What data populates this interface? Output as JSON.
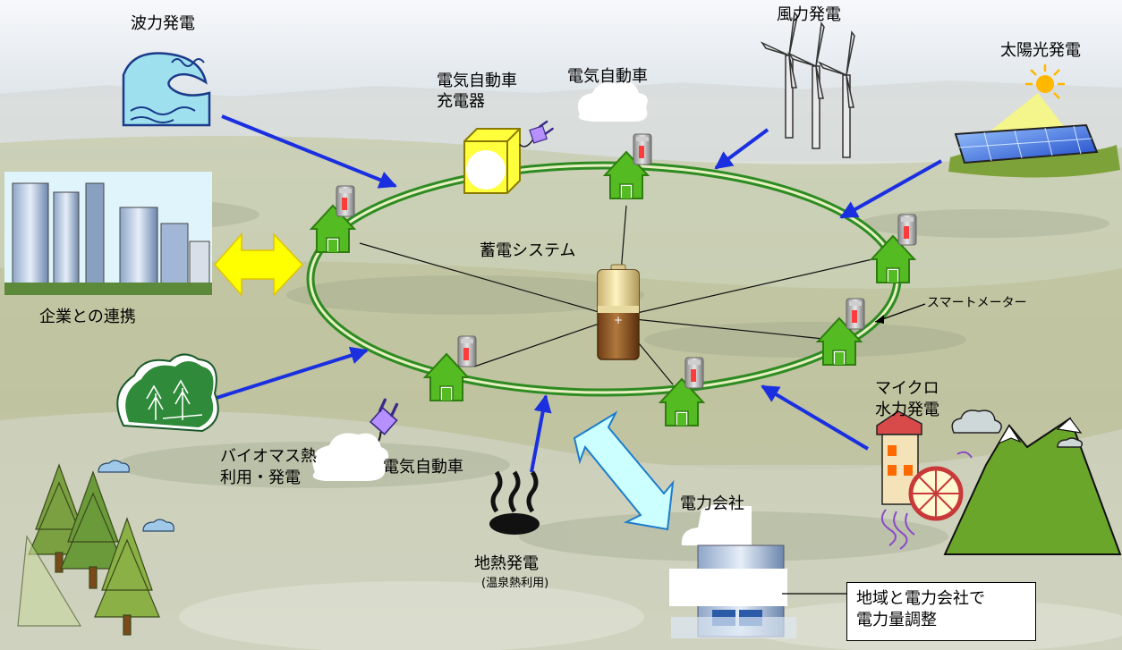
{
  "labels": {
    "wave": "波力発電",
    "ev_charger": [
      "電気自動車",
      "充電器"
    ],
    "ev_top": "電気自動車",
    "wind": "風力発電",
    "solar": "太陽光発電",
    "company": "企業との連携",
    "storage": "蓄電システム",
    "smart_meter": "スマートメーター",
    "micro_hydro": [
      "マイクロ",
      "水力発電"
    ],
    "biomass": [
      "バイオマス熱",
      "利用・発電"
    ],
    "ev_bottom": "電気自動車",
    "geothermal": "地熱発電",
    "geothermal_note": "(温泉熱利用)",
    "power_company": "電力会社",
    "callout": [
      "地域と電力会社で",
      "電力量調整"
    ]
  },
  "colors": {
    "ring": "#2e8b22",
    "house": "#55bb22",
    "house_dark": "#2e7d10",
    "arrow": "#1a2fe0",
    "two_way_yellow": "#ffff00",
    "two_way_cyan": "#ccffff"
  },
  "icons": [
    "wave-icon",
    "ev-charger-icon",
    "plug-icon",
    "wind-turbine-icon",
    "solar-panel-icon",
    "office-buildings-icon",
    "battery-icon",
    "house-icon",
    "smart-meter-icon",
    "forest-icon",
    "hot-spring-icon",
    "power-plant-icon",
    "micro-hydro-icon",
    "mountain-icon",
    "cloud-icon",
    "sun-icon"
  ]
}
